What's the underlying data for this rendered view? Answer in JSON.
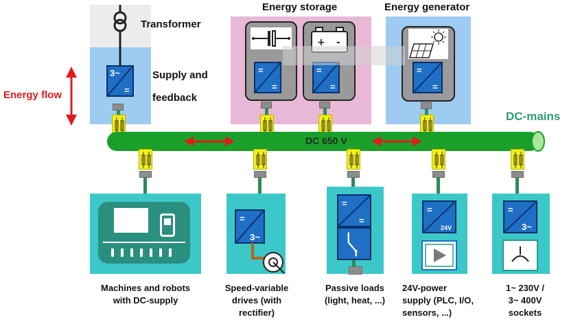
{
  "labels": {
    "transformer": "Transformer",
    "supply_line1": "Supply and",
    "supply_line2": "feedback",
    "energy_storage": "Energy storage",
    "energy_generator": "Energy generator",
    "energy_flow": "Energy flow",
    "dc_mains": "DC-mains",
    "bus_voltage": "DC 650 V"
  },
  "converter_text": {
    "ac": "3~",
    "dc": "=",
    "v24": "24V"
  },
  "loads": [
    {
      "lines": [
        "Machines and robots",
        "with DC-supply"
      ]
    },
    {
      "lines": [
        "Speed-variable",
        "drives (with",
        "rectifier)"
      ]
    },
    {
      "lines": [
        "Passive loads",
        "(light, heat, ...)"
      ]
    },
    {
      "lines": [
        "24V-power",
        "supply (PLC, I/O,",
        "sensors, ...)"
      ]
    },
    {
      "lines": [
        "1~ 230V /",
        "3~ 400V",
        "sockets"
      ]
    }
  ],
  "colors": {
    "bus": "#1aa02a",
    "teal": "#3cc8c8",
    "blue_bg": "#9ecbf2",
    "pink_bg": "#e9b8d6",
    "converter": "#1f6fc5",
    "clamp": "#f4ef13",
    "arrow": "#e21b1b",
    "dc_mains_text": "#2e9e72"
  }
}
